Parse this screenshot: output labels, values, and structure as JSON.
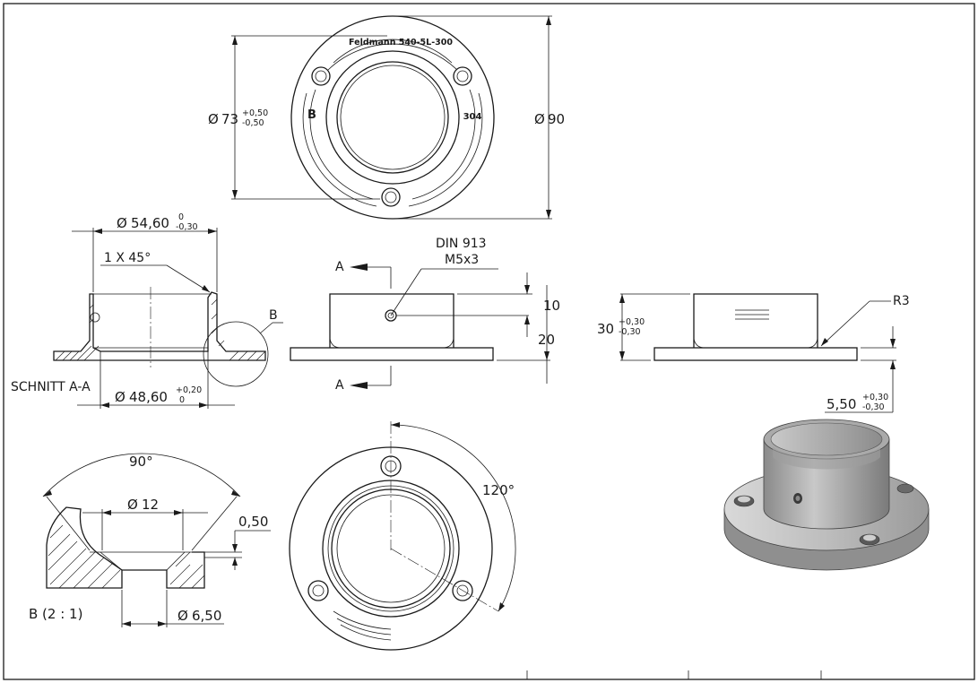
{
  "drawing": {
    "section_label": "SCHNITT A-A",
    "detail_label": "B (2 : 1)",
    "detail_ref": "B",
    "section_marker": "A",
    "standard_note_line1": "DIN 913",
    "standard_note_line2": "M5x3",
    "stamp_text": "304",
    "stamp_letter": "B",
    "engraving_text": "Feldmann 540-5L-300"
  },
  "dimensions": {
    "bolt_circle_dia": "73",
    "bolt_circle_tol_upper": "+0,50",
    "bolt_circle_tol_lower": "-0,50",
    "outer_dia": "90",
    "tube_outer_dia": "54,60",
    "tube_outer_tol_upper": "0",
    "tube_outer_tol_lower": "-0,30",
    "chamfer": "1 X 45°",
    "bore_dia": "48,60",
    "bore_tol_upper": "+0,20",
    "bore_tol_lower": "0",
    "screw_height": "10",
    "tube_height": "20",
    "total_height": "30",
    "total_height_tol_upper": "+0,30",
    "total_height_tol_lower": "-0,30",
    "radius": "R3",
    "flange_thickness": "5,50",
    "flange_thickness_tol_upper": "+0,30",
    "flange_thickness_tol_lower": "-0,30",
    "countersink_angle": "90°",
    "countersink_dia": "12",
    "countersink_depth": "0,50",
    "hole_dia": "6,50",
    "hole_spacing_angle": "120°"
  },
  "symbols": {
    "diameter": "Ø"
  }
}
